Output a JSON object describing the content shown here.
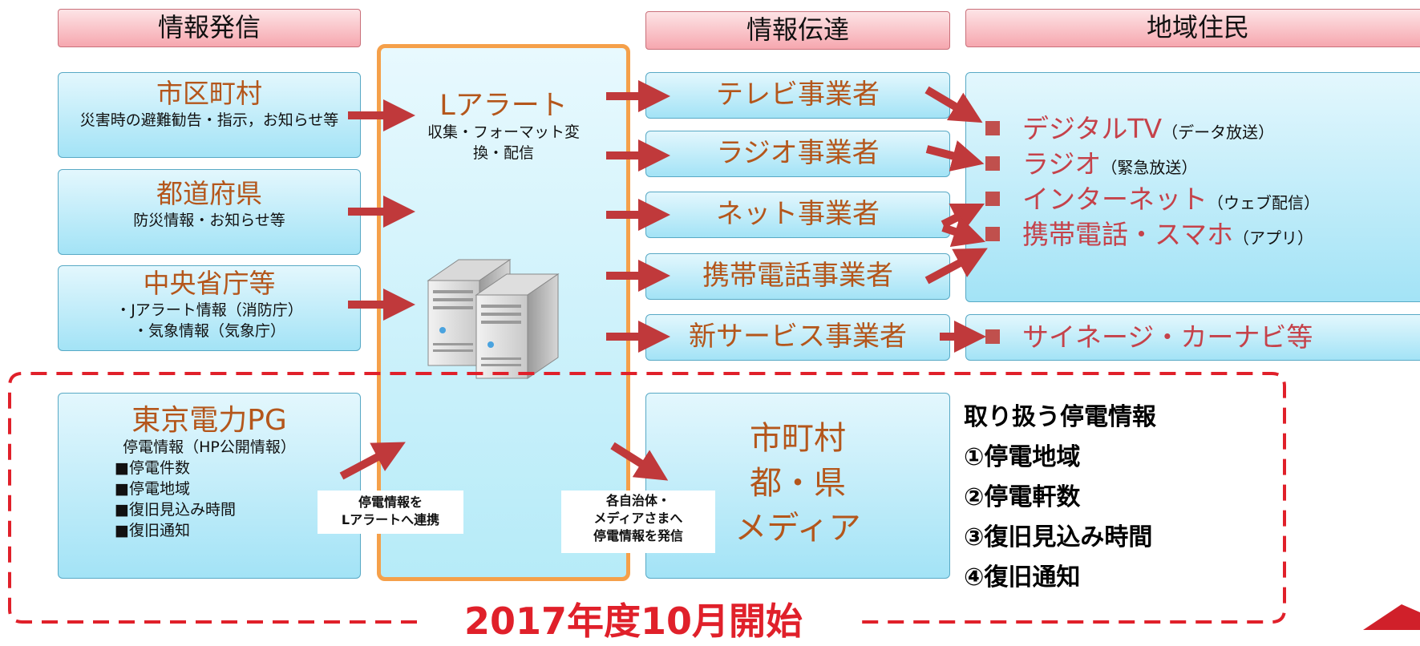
{
  "headers": {
    "col1": "情報発信",
    "col3": "情報伝達",
    "col4": "地域住民"
  },
  "sources": [
    {
      "title": "市区町村",
      "sub": "災害時の避難勧告・指示，お知らせ等"
    },
    {
      "title": "都道府県",
      "sub": "防災情報・お知らせ等"
    },
    {
      "title": "中央省庁等",
      "sub": "・Jアラート情報（消防庁）\n・気象情報（気象庁）"
    }
  ],
  "lalert": {
    "title": "Lアラート",
    "sub": "収集・フォーマット変換・配信"
  },
  "transmitters": [
    "テレビ事業者",
    "ラジオ事業者",
    "ネット事業者",
    "携帯電話事業者",
    "新サービス事業者"
  ],
  "residents": [
    {
      "name": "デジタルTV",
      "note": "（データ放送）"
    },
    {
      "name": "ラジオ",
      "note": "（緊急放送）"
    },
    {
      "name": "インターネット",
      "note": "（ウェブ配信）"
    },
    {
      "name": "携帯電話・スマホ",
      "note": "（アプリ）"
    }
  ],
  "signage": "サイネージ・カーナビ等",
  "tepco": {
    "title": "東京電力PG",
    "sub": "停電情報（HP公開情報）",
    "items": [
      "■停電件数",
      "■停電地域",
      "■復旧見込み時間",
      "■復旧通知"
    ]
  },
  "notes": {
    "to_lalert": "停電情報を\nLアラートへ連携",
    "to_media": "各自治体・\nメディアさまへ\n停電情報を発信"
  },
  "municipal": [
    "市町村",
    "都・県",
    "メディア"
  ],
  "outage_info": {
    "title": "取り扱う停電情報",
    "items": [
      "①停電地域",
      "②停電軒数",
      "③復旧見込み時間",
      "④復旧通知"
    ]
  },
  "start_label": "2017年度10月開始",
  "colors": {
    "arrow": "#c0393b",
    "dashed": "#e0202a",
    "accent_text": "#b4561b"
  }
}
